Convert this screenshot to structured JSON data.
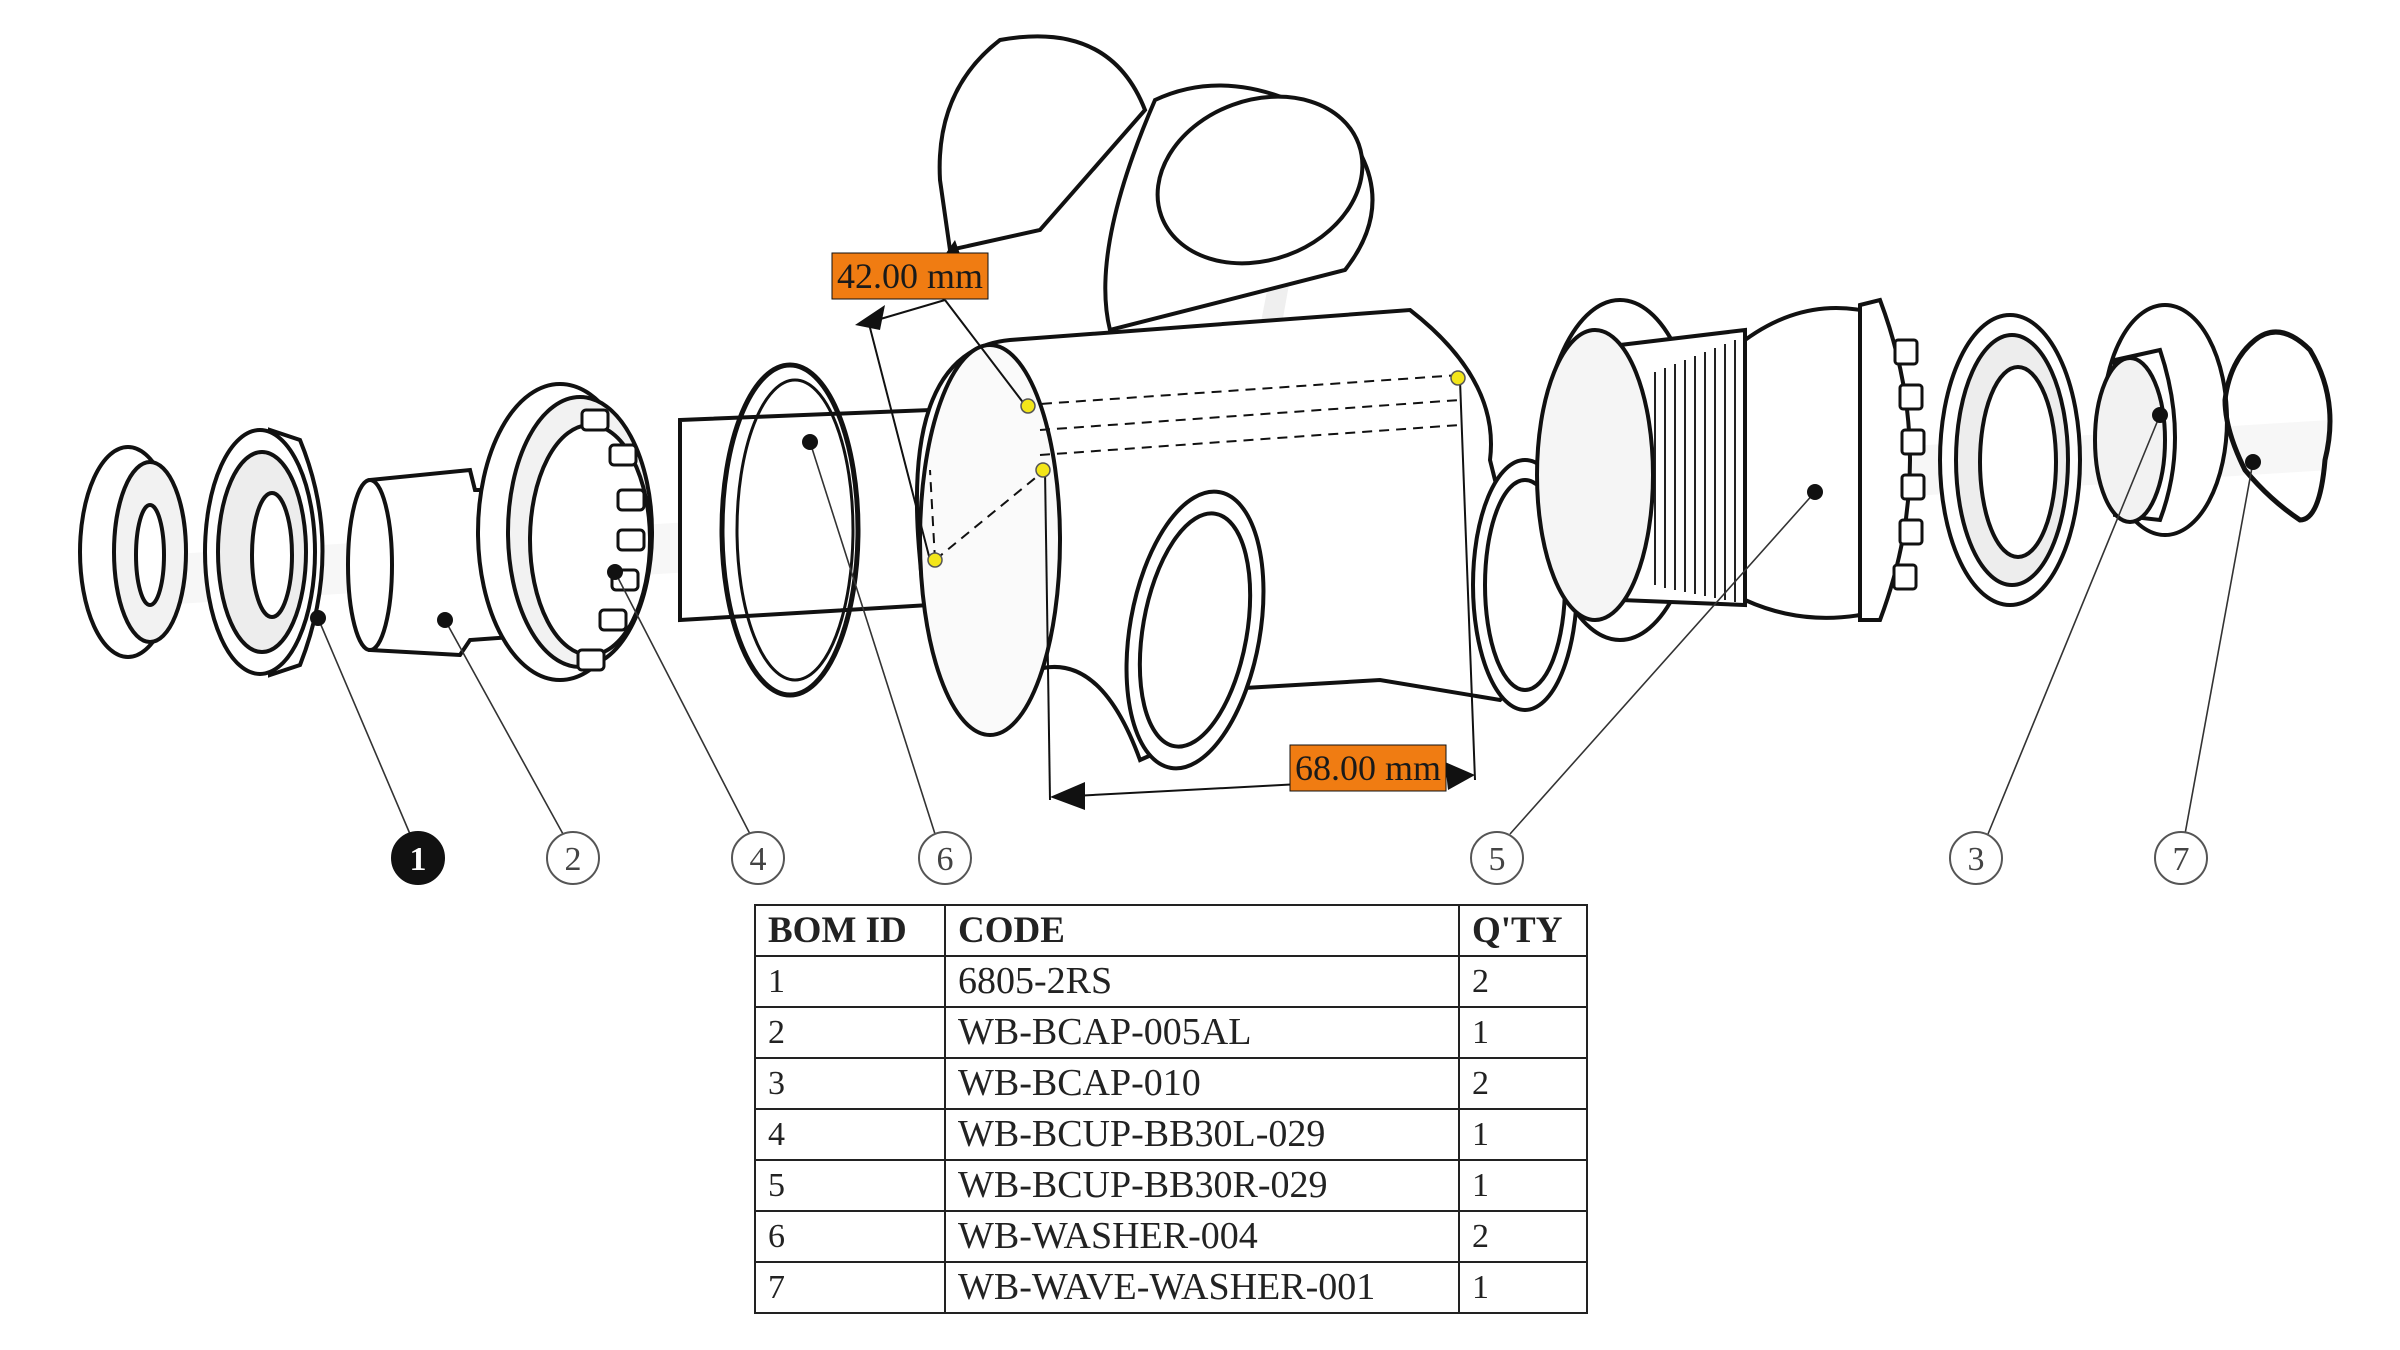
{
  "dimensions": [
    {
      "id": "dim-top",
      "text": "42.00 mm"
    },
    {
      "id": "dim-bottom",
      "text": "68.00 mm"
    }
  ],
  "accent_color": "#f07c12",
  "highlight_point_color": "#f3e61a",
  "callouts": [
    {
      "label": "1",
      "active": true
    },
    {
      "label": "2",
      "active": false
    },
    {
      "label": "4",
      "active": false
    },
    {
      "label": "6",
      "active": false
    },
    {
      "label": "5",
      "active": false
    },
    {
      "label": "3",
      "active": false
    },
    {
      "label": "7",
      "active": false
    }
  ],
  "bom": {
    "headers": {
      "id": "BOM ID",
      "code": "CODE",
      "qty": "Q'TY"
    },
    "rows": [
      {
        "id": "1",
        "code": "6805-2RS",
        "qty": "2"
      },
      {
        "id": "2",
        "code": "WB-BCAP-005AL",
        "qty": "1"
      },
      {
        "id": "3",
        "code": "WB-BCAP-010",
        "qty": "2"
      },
      {
        "id": "4",
        "code": "WB-BCUP-BB30L-029",
        "qty": "1"
      },
      {
        "id": "5",
        "code": "WB-BCUP-BB30R-029",
        "qty": "1"
      },
      {
        "id": "6",
        "code": "WB-WASHER-004",
        "qty": "2"
      },
      {
        "id": "7",
        "code": "WB-WAVE-WASHER-001",
        "qty": "1"
      }
    ]
  }
}
